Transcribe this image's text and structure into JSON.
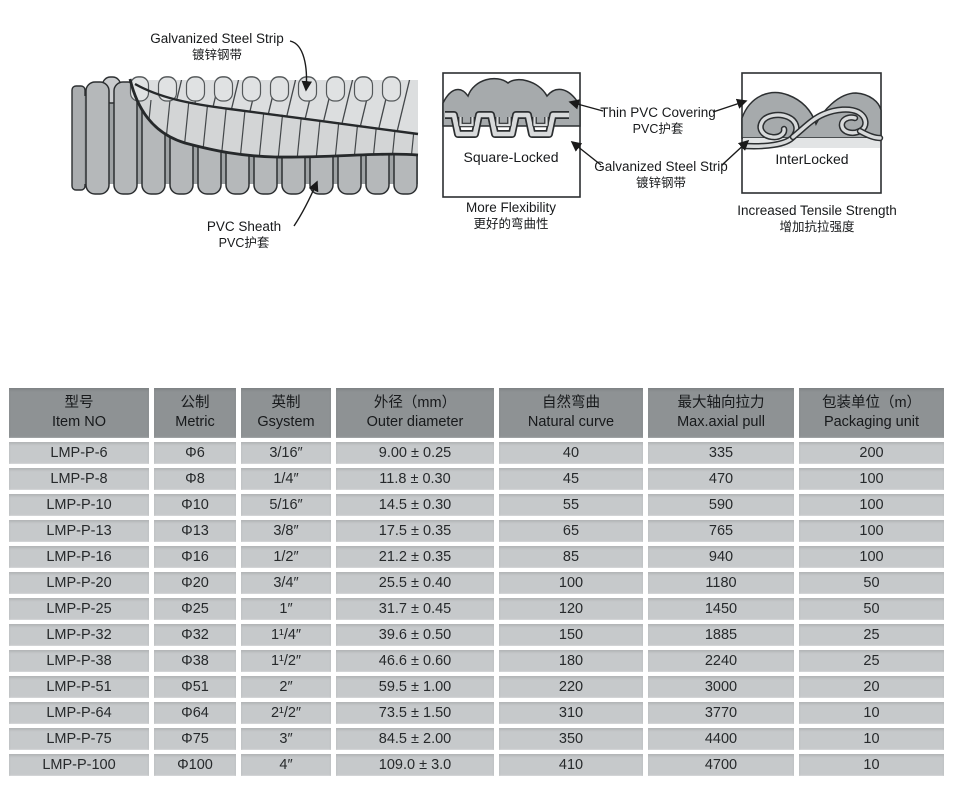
{
  "colors": {
    "header_bg": "#8e9294",
    "row_bg": "#c6c9cb",
    "text": "#1c1f21",
    "outline": "#2c2f31",
    "rib_fill": "#b5b8ba",
    "web_fill": "#9ea2a4",
    "crest_fill": "#caccce",
    "steel_light": "#dadcdd",
    "pvc_band": "#a6aaac"
  },
  "hero": {
    "conduit_labels": {
      "galvanized_en": "Galvanized Steel Strip",
      "galvanized_zh": "镀锌钢带",
      "sheath_en": "PVC Sheath",
      "sheath_zh": "PVC护套"
    },
    "callouts": {
      "thin_pvc_en": "Thin PVC Covering",
      "thin_pvc_zh": "PVC护套",
      "steel_en": "Galvanized Steel Strip",
      "steel_zh": "镀锌钢带"
    },
    "sections": {
      "square_locked": {
        "title": "Square-Locked",
        "caption_en": "More Flexibility",
        "caption_zh": "更好的弯曲性"
      },
      "interlocked": {
        "title": "InterLocked",
        "caption_en": "Increased Tensile Strength",
        "caption_zh": "增加抗拉强度"
      }
    }
  },
  "table": {
    "headers": [
      {
        "zh": "型号",
        "en": "Item NO"
      },
      {
        "zh": "公制",
        "en": "Metric"
      },
      {
        "zh": "英制",
        "en": "Gsystem"
      },
      {
        "zh": "外径（mm）",
        "en": "Outer diameter"
      },
      {
        "zh": "自然弯曲",
        "en": "Natural curve"
      },
      {
        "zh": "最大轴向拉力",
        "en": "Max.axial pull"
      },
      {
        "zh": "包装单位（m）",
        "en": "Packaging unit"
      }
    ],
    "rows": [
      [
        "LMP-P-6",
        "Φ6",
        "3/16″",
        "9.00 ± 0.25",
        "40",
        "335",
        "200"
      ],
      [
        "LMP-P-8",
        "Φ8",
        "1/4″",
        "11.8 ± 0.30",
        "45",
        "470",
        "100"
      ],
      [
        "LMP-P-10",
        "Φ10",
        "5/16″",
        "14.5 ± 0.30",
        "55",
        "590",
        "100"
      ],
      [
        "LMP-P-13",
        "Φ13",
        "3/8″",
        "17.5 ± 0.35",
        "65",
        "765",
        "100"
      ],
      [
        "LMP-P-16",
        "Φ16",
        "1/2″",
        "21.2 ± 0.35",
        "85",
        "940",
        "100"
      ],
      [
        "LMP-P-20",
        "Φ20",
        "3/4″",
        "25.5 ± 0.40",
        "100",
        "1180",
        "50"
      ],
      [
        "LMP-P-25",
        "Φ25",
        "1″",
        "31.7 ± 0.45",
        "120",
        "1450",
        "50"
      ],
      [
        "LMP-P-32",
        "Φ32",
        "1¹/4″",
        "39.6 ± 0.50",
        "150",
        "1885",
        "25"
      ],
      [
        "LMP-P-38",
        "Φ38",
        "1¹/2″",
        "46.6 ± 0.60",
        "180",
        "2240",
        "25"
      ],
      [
        "LMP-P-51",
        "Φ51",
        "2″",
        "59.5 ± 1.00",
        "220",
        "3000",
        "20"
      ],
      [
        "LMP-P-64",
        "Φ64",
        "2¹/2″",
        "73.5 ± 1.50",
        "310",
        "3770",
        "10"
      ],
      [
        "LMP-P-75",
        "Φ75",
        "3″",
        "84.5 ± 2.00",
        "350",
        "4400",
        "10"
      ],
      [
        "LMP-P-100",
        "Φ100",
        "4″",
        "109.0 ± 3.0",
        "410",
        "4700",
        "10"
      ]
    ]
  }
}
